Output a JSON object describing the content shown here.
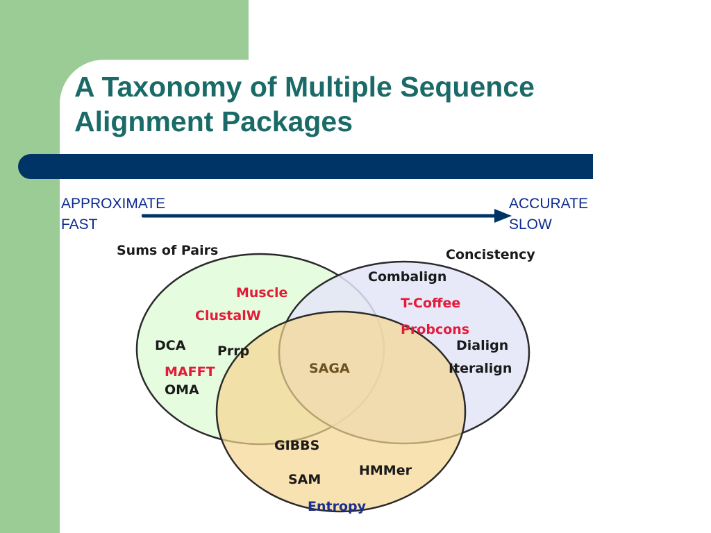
{
  "slide": {
    "title": "A Taxonomy of Multiple Sequence Alignment Packages",
    "axis": {
      "left_line1": "APPROXIMATE",
      "left_line2": "FAST",
      "right_line1": "ACCURATE",
      "right_line2": "SLOW"
    }
  },
  "venn": {
    "sets": {
      "sums_of_pairs": "Sums of Pairs",
      "consistency": "Concistency",
      "entropy": "Entropy"
    },
    "packages": {
      "muscle": "Muscle",
      "clustalw": "ClustalW",
      "dca": "DCA",
      "prrp": "Prrp",
      "mafft": "MAFFT",
      "oma": "OMA",
      "combalign": "Combalign",
      "tcoffee": "T-Coffee",
      "probcons": "Probcons",
      "dialign": "Dialign",
      "iteralign": "Iteralign",
      "saga": "SAGA",
      "gibbs": "GIBBS",
      "hmmer": "HMMer",
      "sam": "SAM"
    }
  },
  "colors": {
    "title": "#1a6b68",
    "green_panel": "#9ccc96",
    "blue_bar": "#003466",
    "axis_text": "#0a2a8c",
    "sums_of_pairs_fill": "#e2fbd9",
    "consistency_fill": "#e3e5f7",
    "entropy_fill": "#f5d592",
    "highlight_red": "#e31b3b"
  }
}
